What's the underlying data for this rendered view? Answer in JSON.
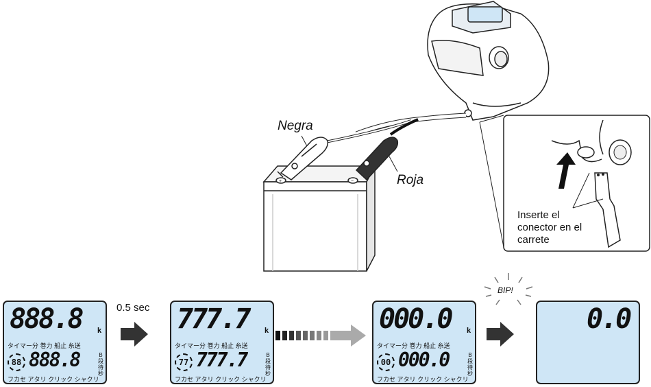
{
  "labels": {
    "negra": "Negra",
    "roja": "Roja",
    "insert_note": "Inserte el\nconector en el\ncarrete",
    "half_sec": "0.5 sec",
    "bip": "BIP",
    "bip_mark": "!"
  },
  "lcd_labels": {
    "timer": "タイマー",
    "minute": "分",
    "winding": "巻力",
    "stop": "船止",
    "line_feed": "糸送",
    "fukase": "フカセ",
    "atari": "アタリ",
    "click": "クリック",
    "shakuri": "シャクリ",
    "b": "B",
    "dan": "段",
    "wait_sec": "待秒",
    "k": "k"
  },
  "displays": [
    {
      "big": "888.8",
      "circle": "88",
      "mid": "888.8"
    },
    {
      "big": "777.7",
      "circle": "77",
      "mid": "777.7"
    },
    {
      "big": "000.0",
      "circle": "00",
      "mid": "000.0"
    },
    {
      "big": "0.0"
    }
  ],
  "colors": {
    "lcd_bg": "#cfe6f6",
    "arrow": "#333333",
    "outline": "#222222"
  }
}
